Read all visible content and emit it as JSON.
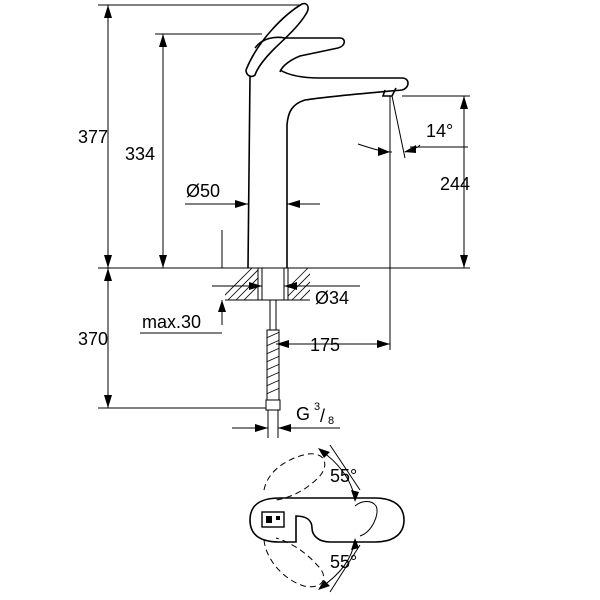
{
  "dimensions": {
    "total_height": "377",
    "spout_height": "334",
    "outlet_height": "244",
    "body_diameter": "Ø50",
    "hole_diameter": "Ø34",
    "deck_thickness": "max.30",
    "hose_length": "370",
    "projection": "175",
    "outlet_angle": "14°",
    "thread": "G",
    "thread_num": "3",
    "thread_den": "8",
    "handle_angle_top": "55°",
    "handle_angle_bottom": "55°"
  }
}
